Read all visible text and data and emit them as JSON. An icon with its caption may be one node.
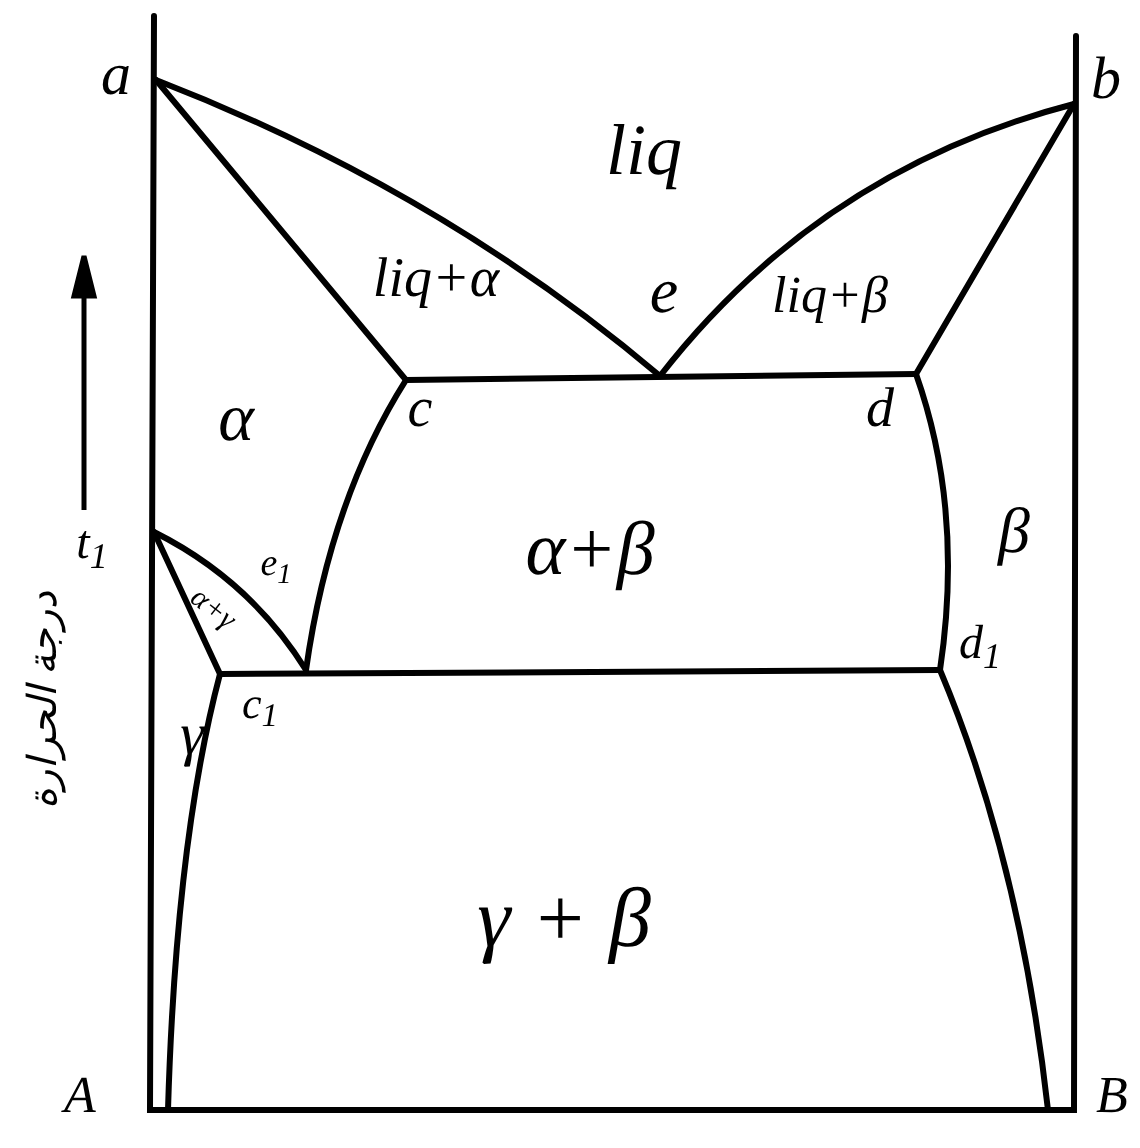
{
  "diagram": {
    "labels": [
      "a",
      "b",
      "liq",
      "liq+α",
      "e",
      "liq+β",
      "α",
      "c",
      "d",
      "α+β",
      "β",
      "t$_{1}$",
      "e$_{1}$",
      "α+γ",
      "c$_{1}$",
      "γ",
      "d$_{1}$",
      "γ + β",
      "A",
      "B",
      "درجة الحرارة"
    ]
  }
}
